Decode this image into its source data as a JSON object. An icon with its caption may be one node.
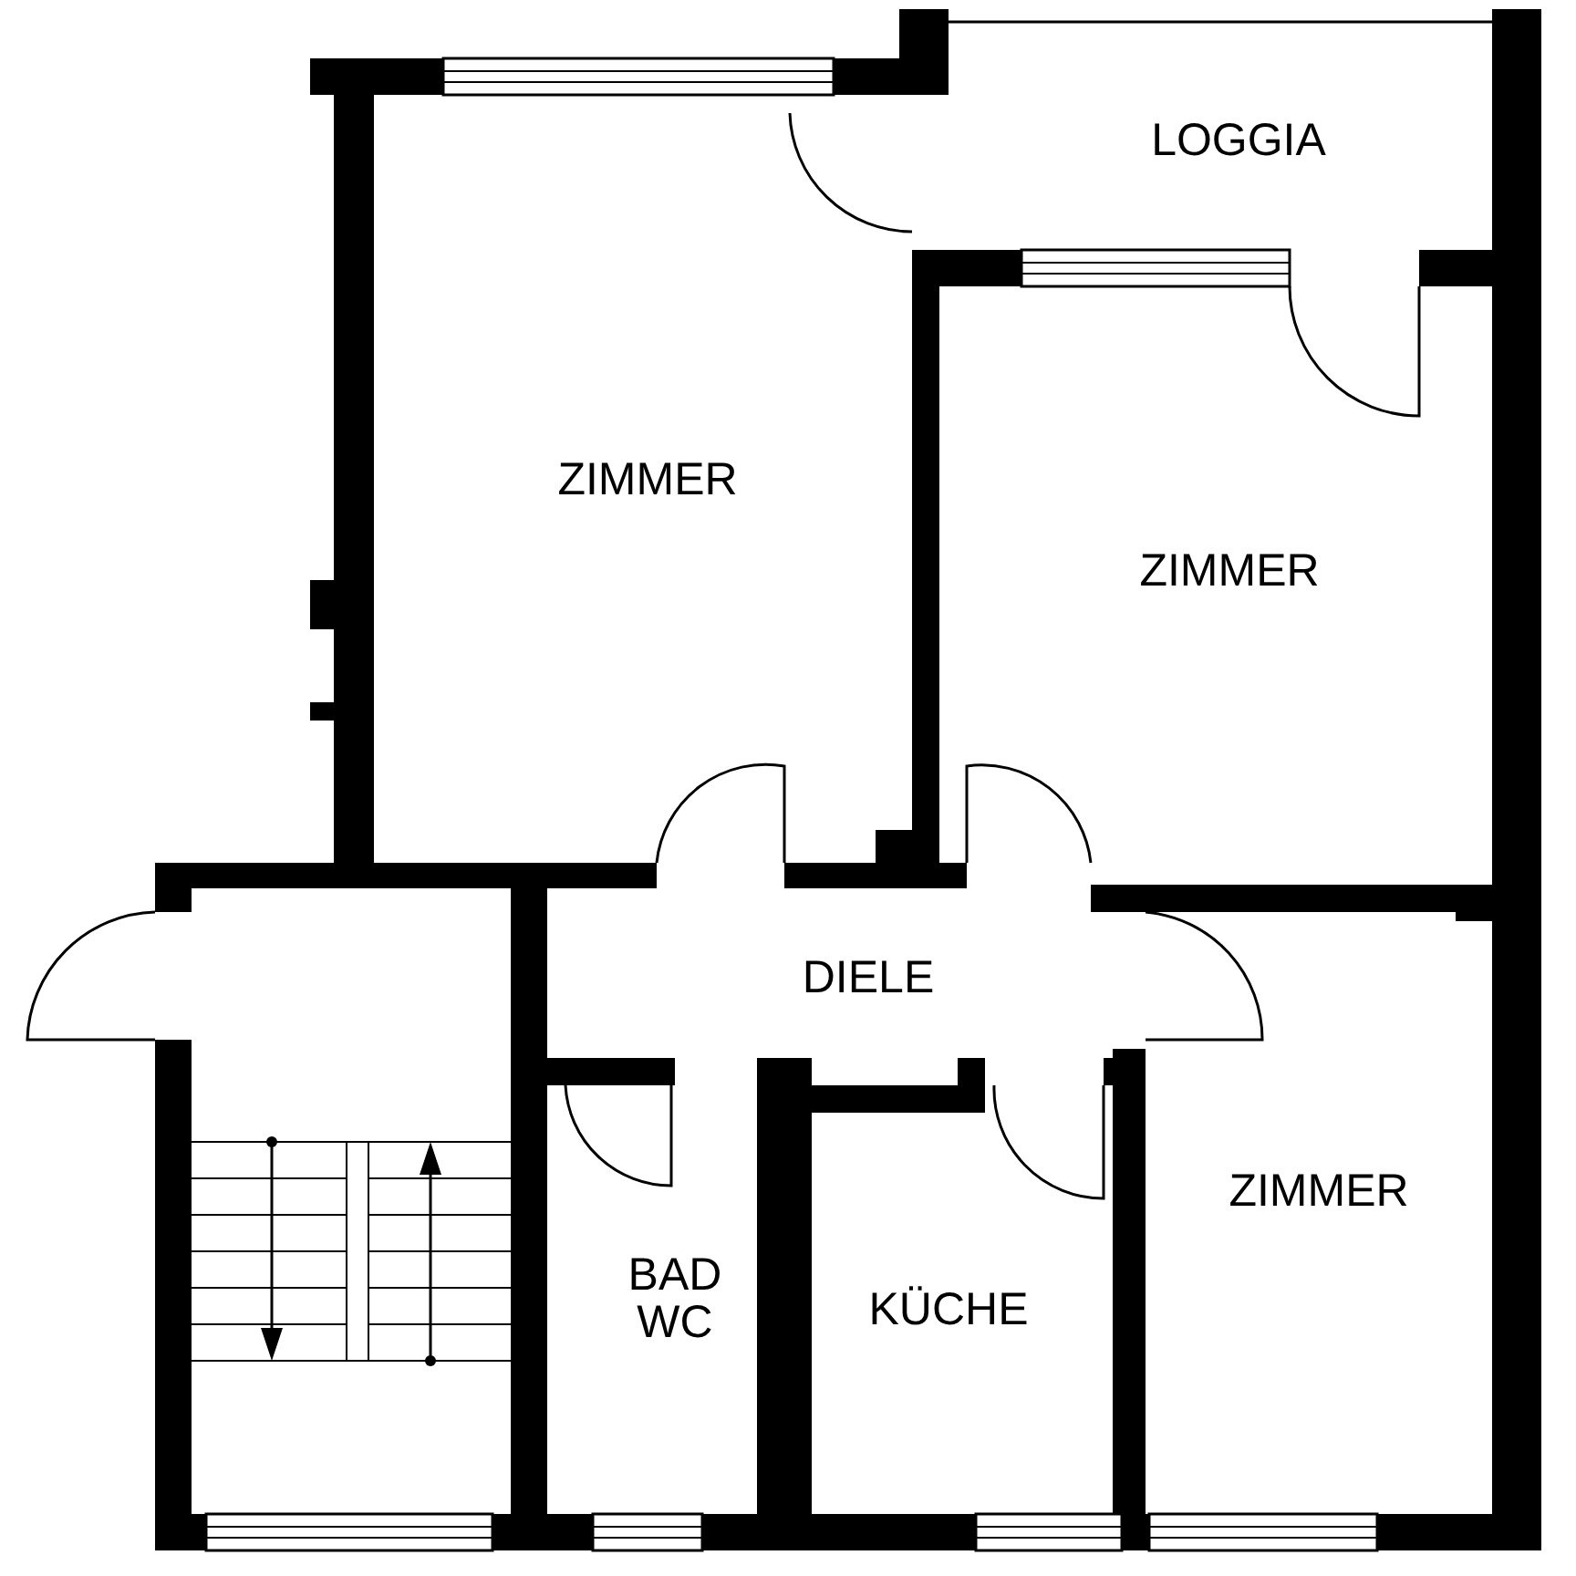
{
  "diagram": {
    "labels": [
      "LOGGIA",
      "ZIMMER",
      "ZIMMER",
      "DIELE",
      "ZIMMER",
      "BAD WC",
      "KÜCHE"
    ]
  }
}
